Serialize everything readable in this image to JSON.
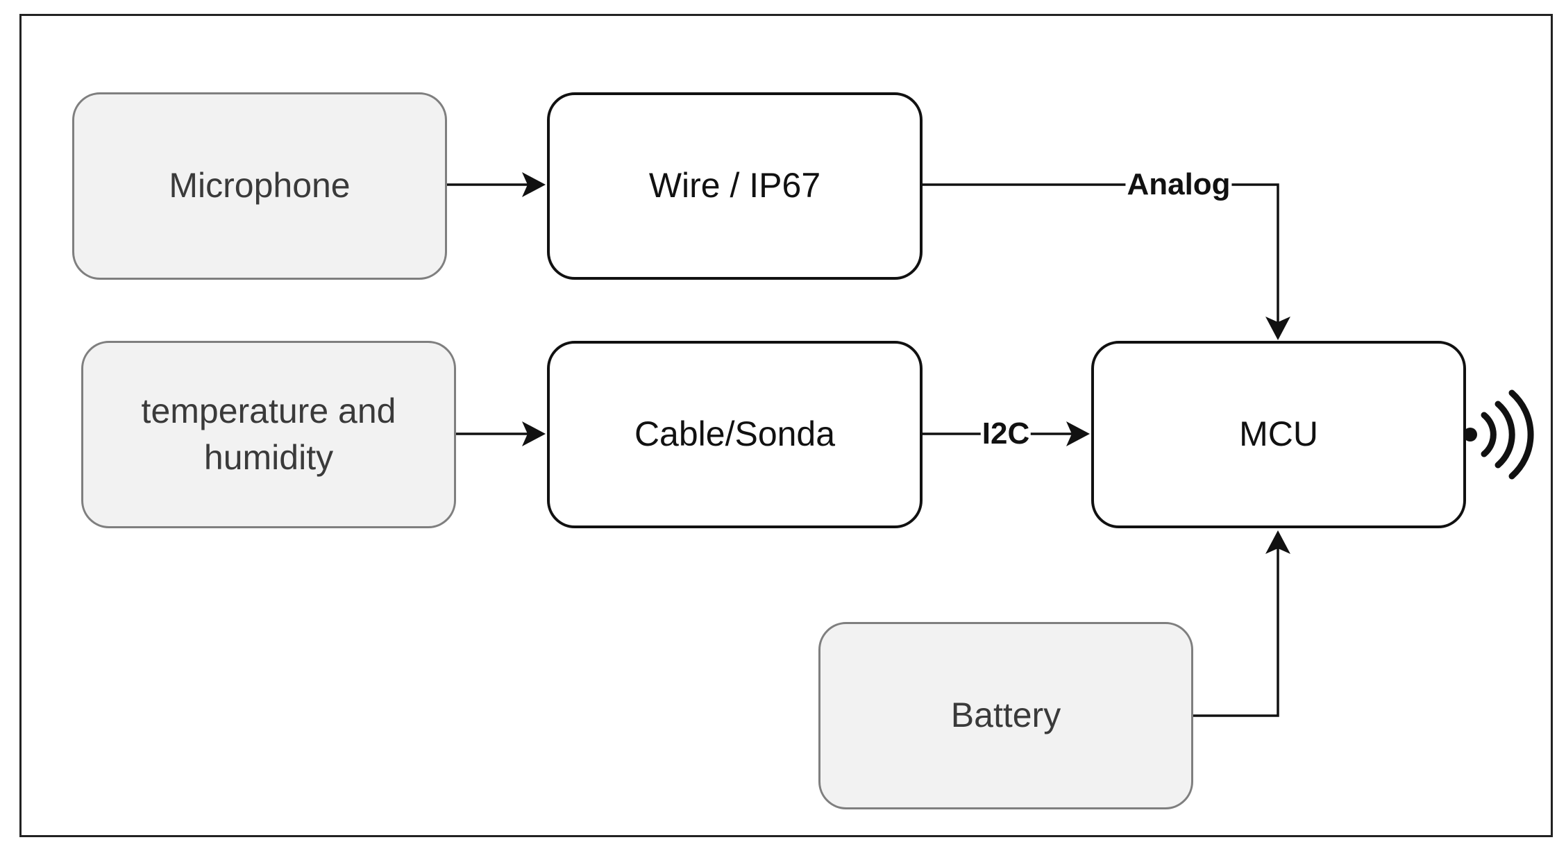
{
  "nodes": {
    "microphone": "Microphone",
    "wire": "Wire / IP67",
    "temperature": "temperature and humidity",
    "cable": "Cable/Sonda",
    "mcu": "MCU",
    "battery": "Battery"
  },
  "edges": {
    "analog_label": "Analog",
    "i2c_label": "I2C"
  },
  "icons": {
    "wireless": "wireless-signal-icon"
  },
  "colors": {
    "source_fill": "#f2f2f2",
    "source_border": "#7f7f7f",
    "stage_border": "#111111"
  }
}
